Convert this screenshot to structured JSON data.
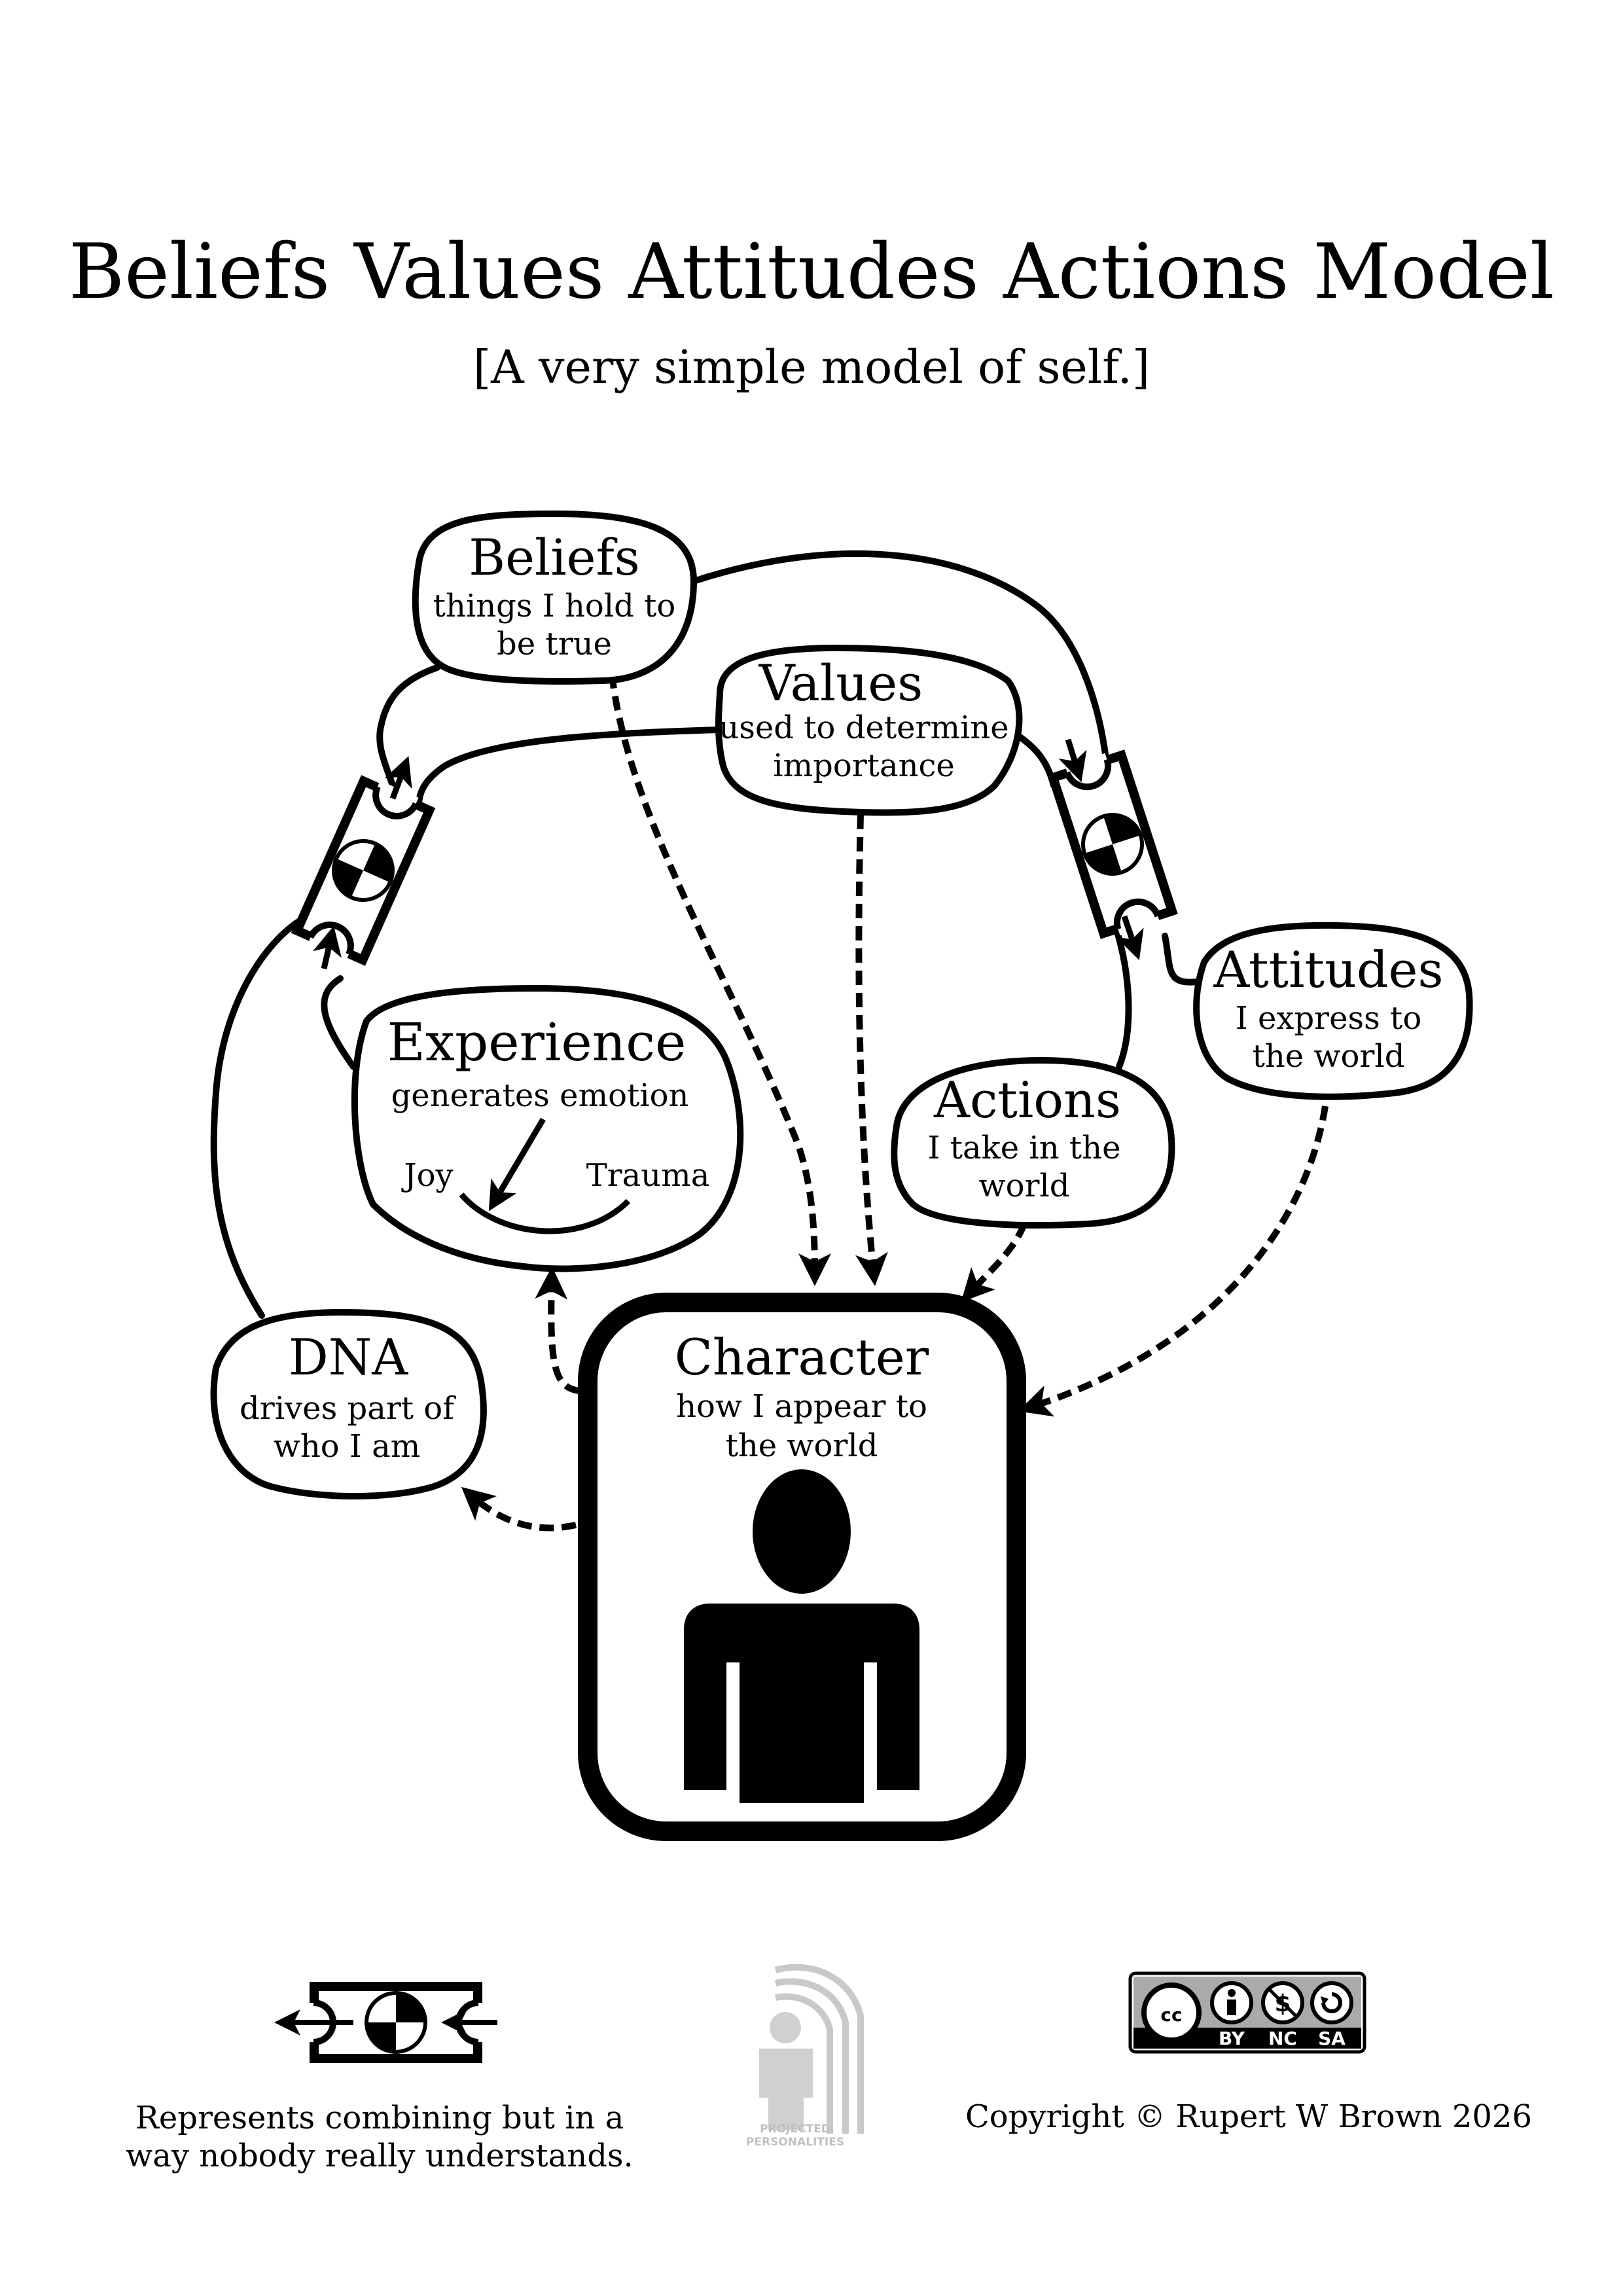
{
  "title": "Beliefs Values Attitudes Actions Model",
  "subtitle": "[A very simple model of self.]",
  "nodes": {
    "beliefs": {
      "label": "Beliefs",
      "desc": [
        "things I hold to",
        "be true"
      ]
    },
    "values": {
      "label": "Values",
      "desc": [
        "used to determine",
        "importance"
      ]
    },
    "attitudes": {
      "label": "Attitudes",
      "desc": [
        "I express to",
        "the world"
      ]
    },
    "actions": {
      "label": "Actions",
      "desc": [
        "I take in the",
        "world"
      ]
    },
    "experience": {
      "label": "Experience",
      "desc": [
        "generates emotion"
      ],
      "scale_left": "Joy",
      "scale_right": "Trauma"
    },
    "dna": {
      "label": "DNA",
      "desc": [
        "drives part of",
        "who I am"
      ]
    },
    "character": {
      "label": "Character",
      "desc": [
        "how I appear to",
        "the world"
      ]
    }
  },
  "legend": {
    "combiner_desc": [
      "Represents combining but in a",
      "way nobody really understands."
    ]
  },
  "logo": {
    "lines": [
      "PROJECTED",
      "PERSONALITIES"
    ]
  },
  "license": {
    "badges": [
      "BY",
      "NC",
      "SA"
    ],
    "badge_cc": "cc"
  },
  "copyright": "Copyright © Rupert W Brown 2026"
}
